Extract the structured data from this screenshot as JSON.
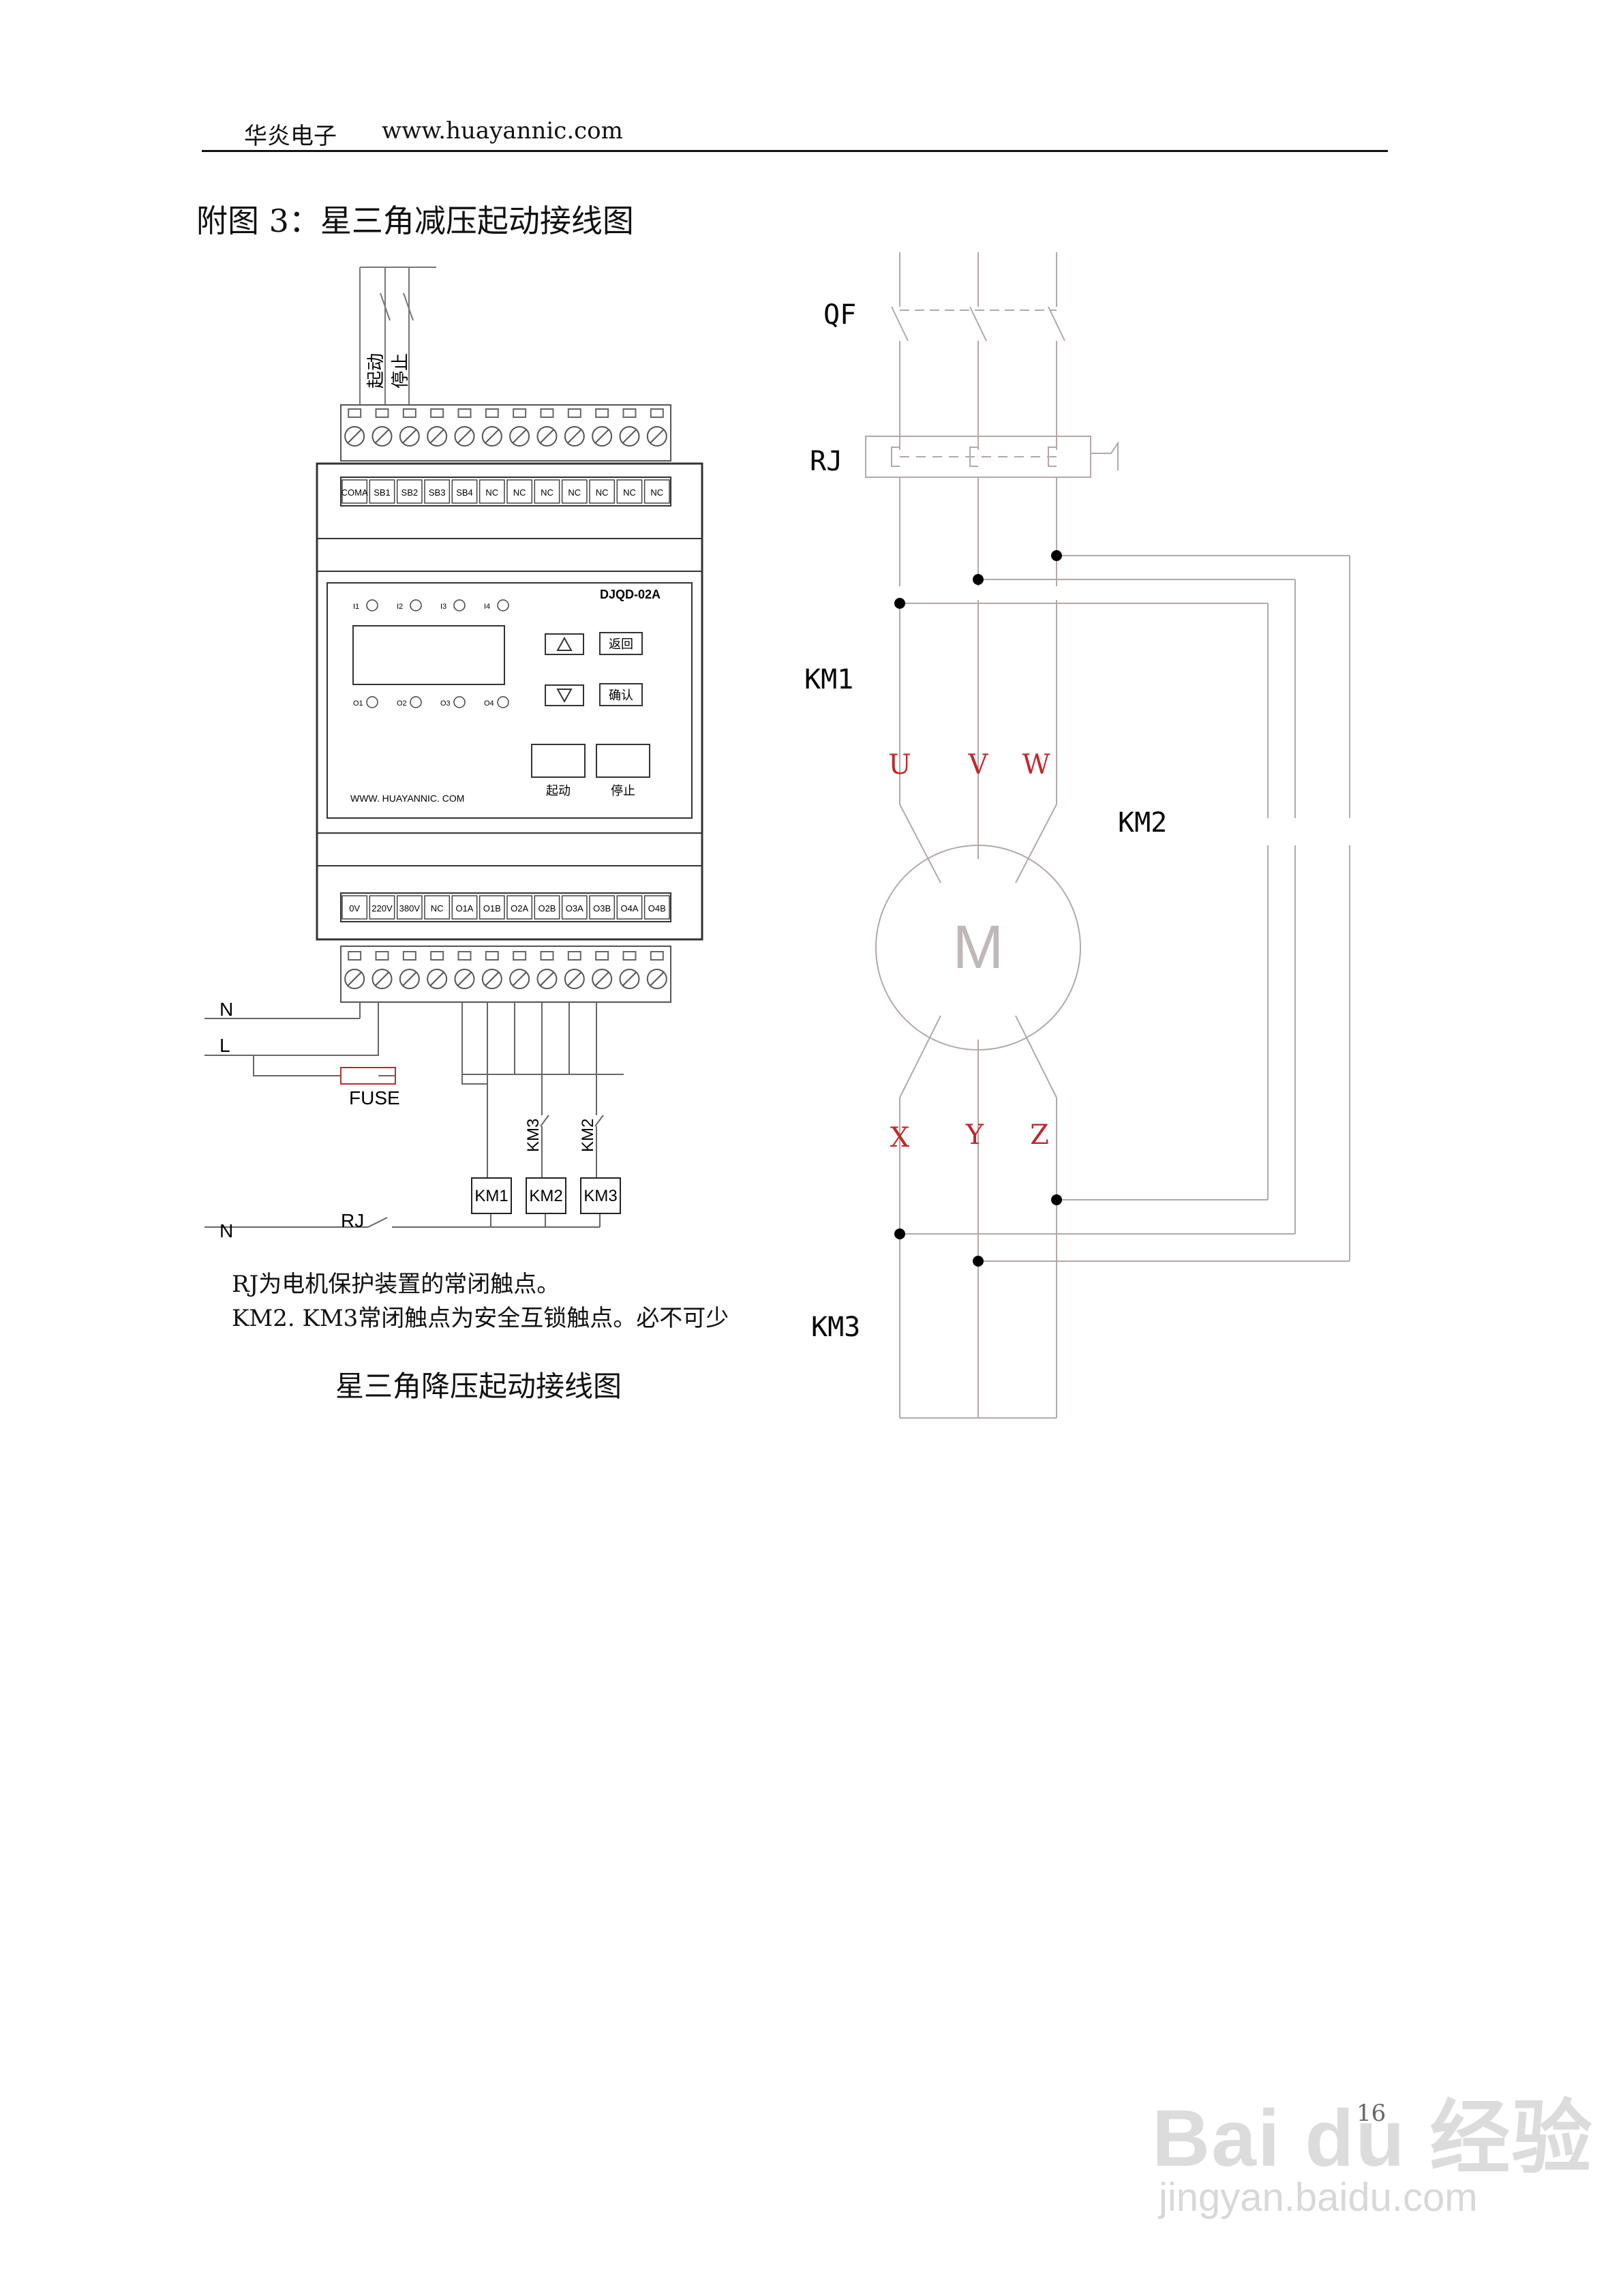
{
  "header": {
    "company": "华炎电子",
    "url": "www.huayannic.com"
  },
  "figure_title": "附图 3：星三角减压起动接线图",
  "left": {
    "top_wire_labels": [
      "起动",
      "停止"
    ],
    "top_terminals": [
      "COMA",
      "SB1",
      "SB2",
      "SB3",
      "SB4",
      "NC",
      "NC",
      "NC",
      "NC",
      "NC",
      "NC",
      "NC"
    ],
    "model": "DJQD-02A",
    "indicators_top": [
      "I1",
      "I2",
      "I3",
      "I4"
    ],
    "indicators_bottom": [
      "O1",
      "O2",
      "O3",
      "O4"
    ],
    "btn_back": "返回",
    "btn_confirm": "确认",
    "btn_start": "起动",
    "btn_stop": "停止",
    "website": "WWW. HUAYANNIC. COM",
    "bottom_terminals": [
      "0V",
      "220V",
      "380V",
      "NC",
      "O1A",
      "O1B",
      "O2A",
      "O2B",
      "O3A",
      "O3B",
      "O4A",
      "O4B"
    ],
    "line_n": "N",
    "line_l": "L",
    "fuse": "FUSE",
    "interlock_km3": "KM3",
    "interlock_km2": "KM2",
    "coils": [
      "KM1",
      "KM2",
      "KM3"
    ],
    "line_n2": "N",
    "rj": "RJ",
    "notes": [
      "RJ为电机保护装置的常闭触点。",
      "KM2. KM3常闭触点为安全互锁触点。必不可少"
    ],
    "caption": "星三角降压起动接线图"
  },
  "right": {
    "qf": "QF",
    "rj": "RJ",
    "km1": "KM1",
    "km2": "KM2",
    "km3": "KM3",
    "phases_top": [
      "U",
      "V",
      "W"
    ],
    "phases_bottom": [
      "X",
      "Y",
      "Z"
    ],
    "motor": "M",
    "phase_color": "#c0282d",
    "wire_color": "#b4a8a8"
  },
  "page_number": "16",
  "watermark": {
    "brand": "Bai du 经验",
    "url": "jingyan.baidu.com"
  }
}
